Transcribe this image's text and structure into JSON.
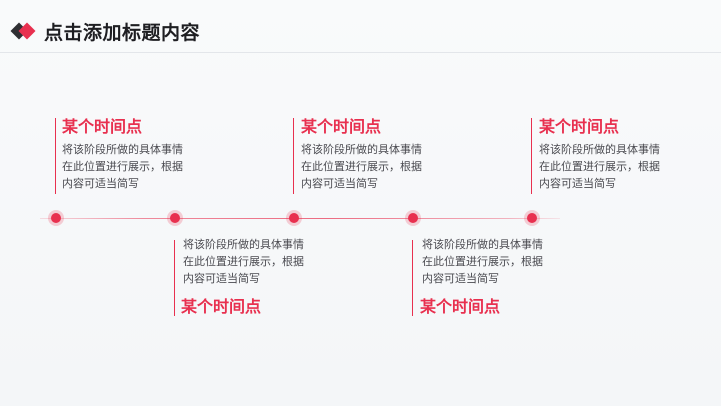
{
  "header": {
    "title": "点击添加标题内容",
    "accent_color": "#e8304f",
    "logo_dark_color": "#2f2f33"
  },
  "timeline": {
    "events": [
      {
        "title": "某个时间点",
        "desc": "将该阶段所做的具体事情\n在此位置进行展示，根据\n内容可适当简写"
      },
      {
        "title": "某个时间点",
        "desc": "将该阶段所做的具体事情\n在此位置进行展示，根据\n内容可适当简写"
      },
      {
        "title": "某个时间点",
        "desc": "将该阶段所做的具体事情\n在此位置进行展示，根据\n内容可适当简写"
      },
      {
        "title": "某个时间点",
        "desc": "将该阶段所做的具体事情\n在此位置进行展示，根据\n内容可适当简写"
      },
      {
        "title": "某个时间点",
        "desc": "将该阶段所做的具体事情\n在此位置进行展示，根据\n内容可适当简写"
      }
    ]
  }
}
